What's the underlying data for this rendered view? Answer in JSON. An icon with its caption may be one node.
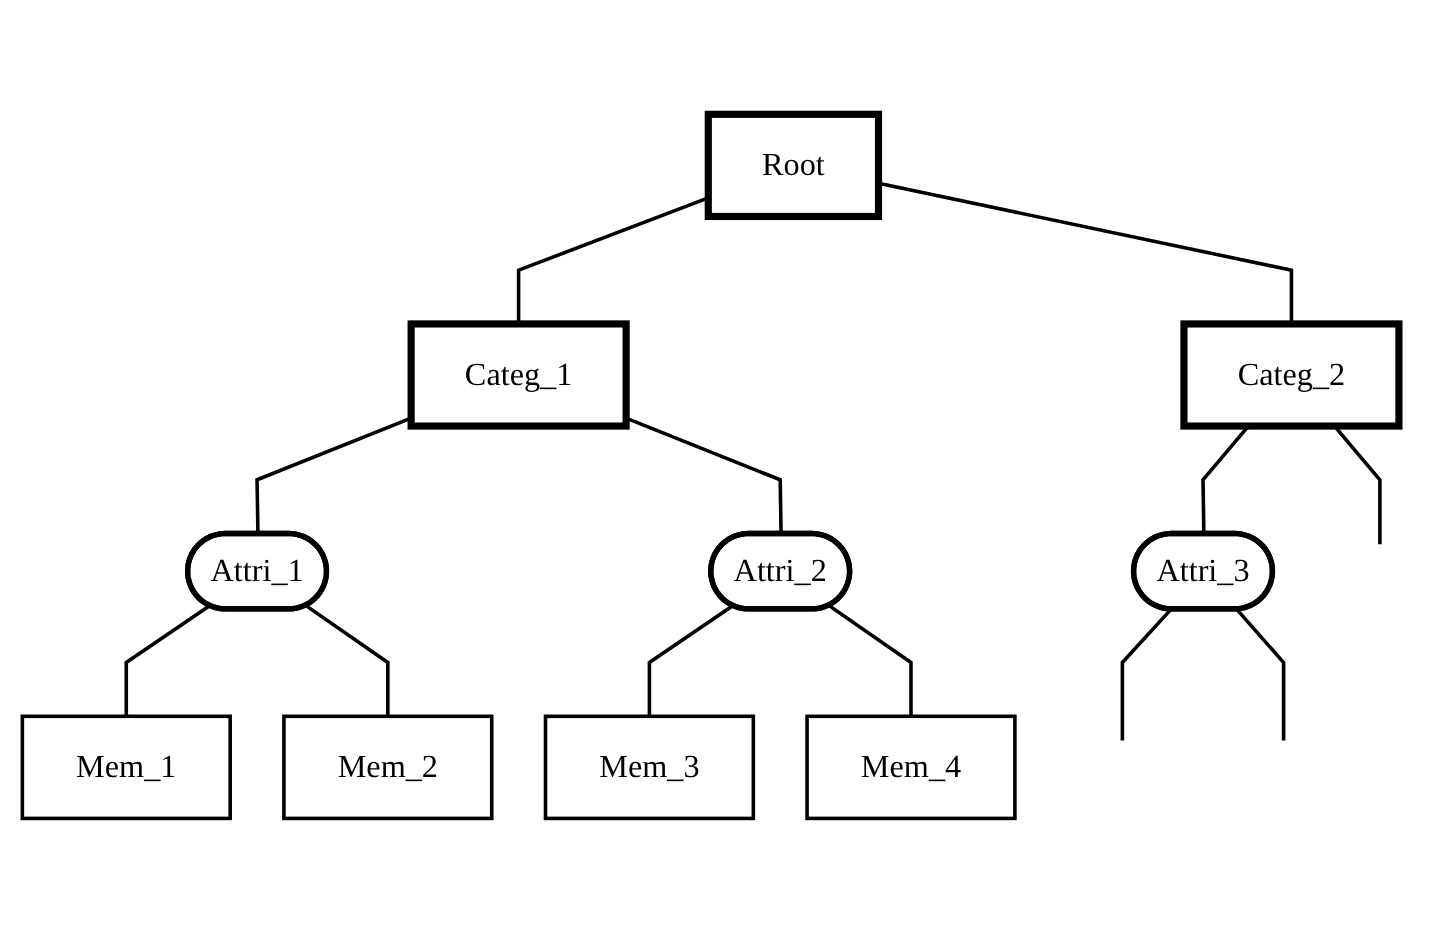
{
  "diagram": {
    "nodes": [
      {
        "text": [
          "Root"
        ]
      },
      {
        "text": [
          "Categ_1"
        ]
      },
      {
        "text": [
          "Categ_2"
        ]
      },
      {
        "text": [
          "Attri_1"
        ]
      },
      {
        "text": [
          "Attri_2"
        ]
      },
      {
        "text": [
          "Attri_3"
        ]
      },
      {
        "text": [
          "Mem_1"
        ]
      },
      {
        "text": [
          "Mem_2"
        ]
      },
      {
        "text": [
          "Mem_3"
        ]
      },
      {
        "text": [
          "Mem_4"
        ]
      }
    ],
    "edges": [
      {
        "from": 0,
        "to": 1,
        "arrow": "none"
      },
      {
        "from": 0,
        "to": 2,
        "arrow": "none"
      },
      {
        "from": 1,
        "to": 3,
        "arrow": "none"
      },
      {
        "from": 1,
        "to": 4,
        "arrow": "none"
      },
      {
        "from": 2,
        "to": 5,
        "arrow": "none"
      },
      {
        "from": 2,
        "to": null,
        "arrow": "none"
      },
      {
        "from": 3,
        "to": 6,
        "arrow": "none"
      },
      {
        "from": 3,
        "to": 7,
        "arrow": "none"
      },
      {
        "from": 4,
        "to": 8,
        "arrow": "none"
      },
      {
        "from": 4,
        "to": 9,
        "arrow": "none"
      },
      {
        "from": 5,
        "to": null,
        "arrow": "none"
      },
      {
        "from": 5,
        "to": null,
        "arrow": "none"
      }
    ]
  }
}
